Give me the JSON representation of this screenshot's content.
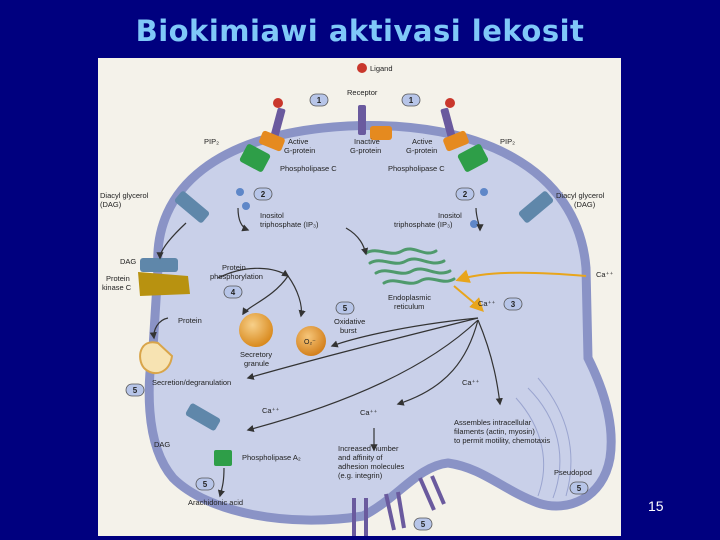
{
  "slide": {
    "title": "Biokimiawi aktivasi lekosit",
    "page_number": "15"
  },
  "diagram": {
    "labels": {
      "ligand": "Ligand",
      "receptor": "Receptor",
      "pip2_left": "PIP₂",
      "pip2_right": "PIP₂",
      "active_g_left_1": "Active",
      "active_g_left_2": "G-protein",
      "inactive_g_1": "Inactive",
      "inactive_g_2": "G-protein",
      "active_g_right_1": "Active",
      "active_g_right_2": "G-protein",
      "plc_left": "Phospholipase C",
      "plc_right": "Phospholipase C",
      "dag_left_1": "Diacyl glycerol",
      "dag_left_2": "(DAG)",
      "dag_right_1": "Diacyl glycerol",
      "dag_right_2": "(DAG)",
      "ip3_left_1": "Inositol",
      "ip3_left_2": "triphosphate (IP₃)",
      "ip3_right_1": "Inositol",
      "ip3_right_2": "triphosphate (IP₃)",
      "dag_pkc": "DAG",
      "pkc_1": "Protein",
      "pkc_2": "kinase C",
      "protein_phos_1": "Protein",
      "protein_phos_2": "phosphorylation",
      "er_1": "Endoplasmic",
      "er_2": "reticulum",
      "ca_er": "Ca⁺⁺",
      "ca_ext": "Ca⁺⁺",
      "protein": "Protein",
      "oxidative_1": "Oxidative",
      "oxidative_2": "burst",
      "o2": "O₂⁻",
      "secretory_1": "Secretory",
      "secretory_2": "granule",
      "secretion": "Secretion/degranulation",
      "ca_mid": "Ca⁺⁺",
      "ca_low_left": "Ca⁺⁺",
      "ca_low_mid": "Ca⁺⁺",
      "assemble_1": "Assembles intracellular",
      "assemble_2": "filaments (actin, myosin)",
      "assemble_3": "to permit motility, chemotaxis",
      "dag_pla2": "DAG",
      "pla2": "Phospholipase A₂",
      "adhesion_1": "Increased number",
      "adhesion_2": "and affinity of",
      "adhesion_3": "adhesion molecules",
      "adhesion_4": "(e.g. integrin)",
      "pseudopod": "Pseudopod",
      "arachidonic": "Arachidonic acid"
    },
    "step_numbers": {
      "s1_left": "1",
      "s1_right": "1",
      "s2_left": "2",
      "s2_right": "2",
      "s3": "3",
      "s4": "4",
      "s5_oxid": "5",
      "s5_secr": "5",
      "s5_arach": "5",
      "s5_adhes": "5",
      "s5_pseudo": "5"
    },
    "colors": {
      "cytoplasm": "#c9d0e9",
      "membrane": "#8a93c6",
      "receptor": "#6a5a9e",
      "ligand": "#c9372c",
      "g_protein": "#e58a1f",
      "phospholipase": "#2e9e48",
      "dag_channel": "#5f87aa",
      "protein_kinase": "#b89210",
      "er": "#4f9a6c",
      "granule": "#e6a23a",
      "step_badge": "#b7c5e8"
    }
  }
}
